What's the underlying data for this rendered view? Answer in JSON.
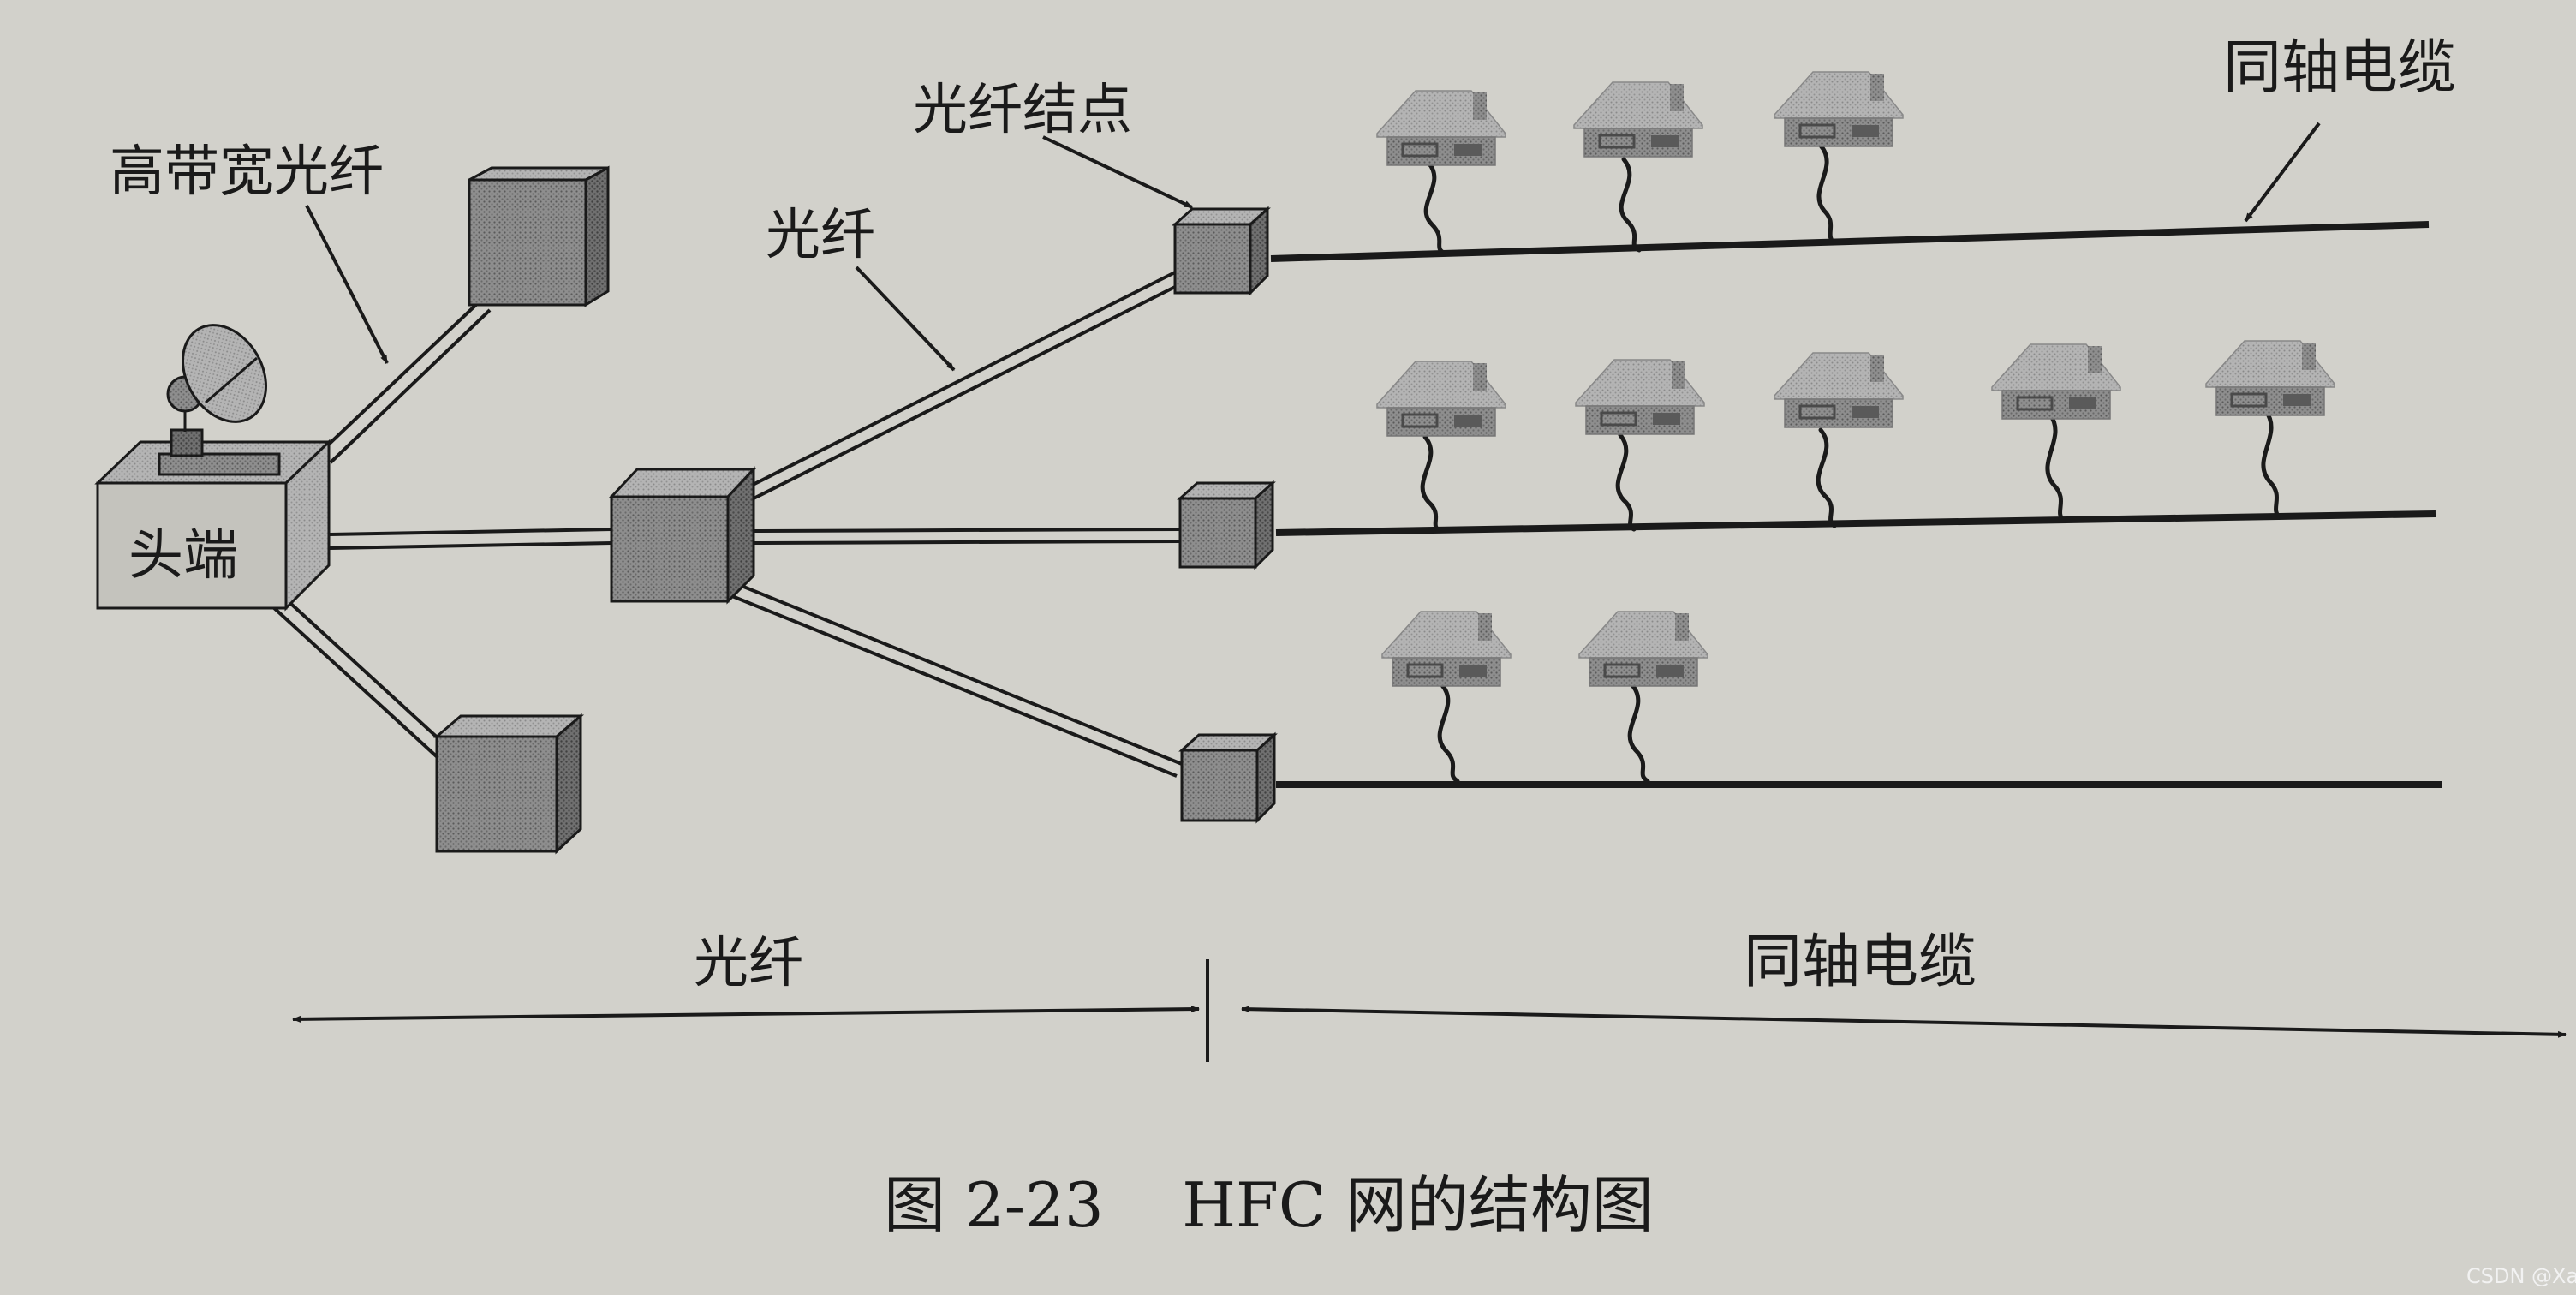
{
  "labels": {
    "high_bw_fiber": "高带宽光纤",
    "headend": "头端",
    "fiber_node": "光纤结点",
    "fiber_mid": "光纤",
    "coax_top": "同轴电缆",
    "fiber_span": "光纤",
    "coax_span": "同轴电缆"
  },
  "caption": "图 2-23    HFC 网的结构图",
  "watermark": "CSDN @Xant.",
  "houses_per_coax_line": [
    3,
    5,
    2
  ]
}
